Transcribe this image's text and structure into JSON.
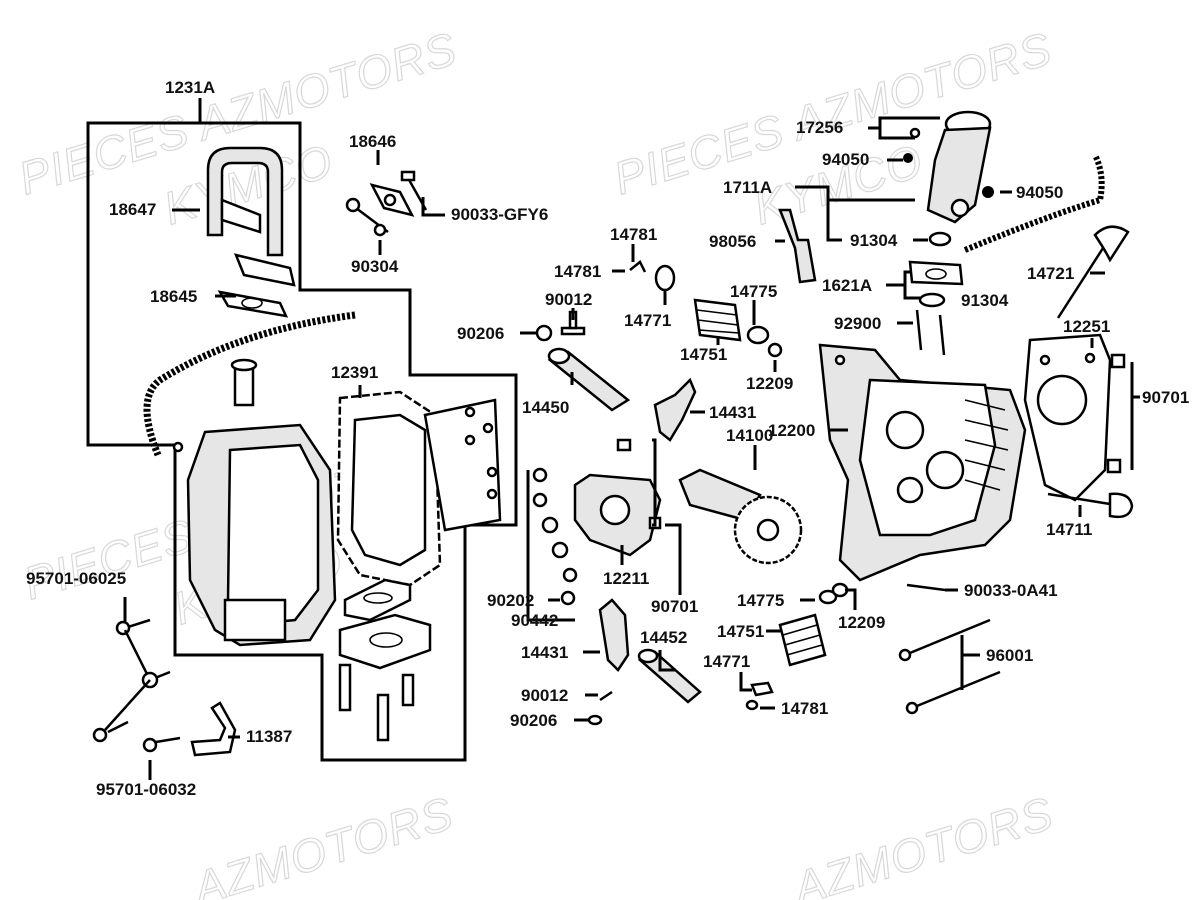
{
  "watermarks": [
    "PIECES AZMOTORS",
    "KYMCO",
    "PIECES AZMOTORS",
    "KYMCO",
    "PIECES AZMOTORS",
    "KYMCO",
    "AZMOTORS",
    "AZMOTORS"
  ],
  "labels": {
    "l_1231A": "1231A",
    "l_18646": "18646",
    "l_18647": "18647",
    "l_90033_GFY6": "90033-GFY6",
    "l_90304": "90304",
    "l_18645": "18645",
    "l_12391": "12391",
    "l_95701_06025": "95701-06025",
    "l_11387": "11387",
    "l_95701_06032": "95701-06032",
    "l_17256": "17256",
    "l_94050_a": "94050",
    "l_94050_b": "94050",
    "l_1711A": "1711A",
    "l_98056": "98056",
    "l_91304_a": "91304",
    "l_14721": "14721",
    "l_1621A": "1621A",
    "l_91304_b": "91304",
    "l_14781_a": "14781",
    "l_14781_b": "14781",
    "l_90012_a": "90012",
    "l_14775_a": "14775",
    "l_14771_a": "14771",
    "l_90206_a": "90206",
    "l_14751_a": "14751",
    "l_12209_a": "12209",
    "l_92900": "92900",
    "l_12251": "12251",
    "l_90701_a": "90701",
    "l_14450": "14450",
    "l_14431_a": "14431",
    "l_12200": "12200",
    "l_14100": "14100",
    "l_14711": "14711",
    "l_12211": "12211",
    "l_90202": "90202",
    "l_90701_b": "90701",
    "l_90442": "90442",
    "l_14775_b": "14775",
    "l_12209_b": "12209",
    "l_90033_0A41": "90033-0A41",
    "l_14431_b": "14431",
    "l_14452": "14452",
    "l_14751_b": "14751",
    "l_96001": "96001",
    "l_14771_b": "14771",
    "l_90012_b": "90012",
    "l_14781_c": "14781",
    "l_90206_b": "90206"
  }
}
